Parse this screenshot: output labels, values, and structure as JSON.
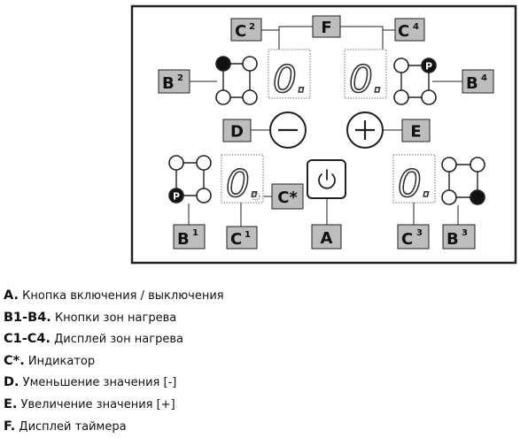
{
  "diagram": {
    "labels": {
      "A": "A",
      "B1": "B",
      "B1_sup": "1",
      "B2": "B",
      "B2_sup": "2",
      "B3": "B",
      "B3_sup": "3",
      "B4": "B",
      "B4_sup": "4",
      "C1": "C",
      "C1_sup": "1",
      "C2": "C",
      "C2_sup": "2",
      "C3": "C",
      "C3_sup": "3",
      "C4": "C",
      "C4_sup": "4",
      "Cstar": "C*",
      "D": "D",
      "E": "E",
      "F": "F"
    },
    "display_digit": "0.",
    "power_glyph": "⏻",
    "minus_glyph": "−",
    "plus_glyph": "+",
    "pot_marker": "P"
  },
  "legend": [
    {
      "key": "A.",
      "text": " Кнопка включения / выключения"
    },
    {
      "key": "B1-B4.",
      "text": " Кнопки зон нагрева"
    },
    {
      "key": "C1-C4.",
      "text": " Дисплей зон нагрева"
    },
    {
      "key": "C*.",
      "text": " Индикатор"
    },
    {
      "key": "D.",
      "text": " Уменьшение значения [-]"
    },
    {
      "key": "E.",
      "text": " Увеличение значения [+]"
    },
    {
      "key": "F.",
      "text": " Дисплей таймера"
    }
  ]
}
